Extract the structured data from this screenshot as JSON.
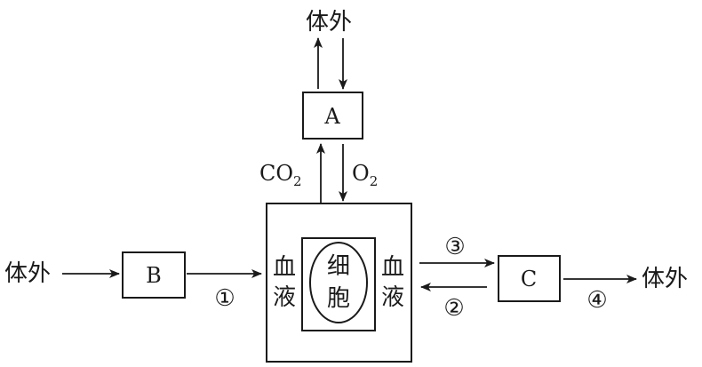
{
  "labels": {
    "outside_top": "体外",
    "outside_left": "体外",
    "outside_right": "体外",
    "box_a": "A",
    "box_b": "B",
    "box_c": "C",
    "co2_main": "CO",
    "co2_sub": "2",
    "o2_main": "O",
    "o2_sub": "2",
    "blood_left_1": "血",
    "blood_left_2": "液",
    "blood_right_1": "血",
    "blood_right_2": "液",
    "cell_1": "细",
    "cell_2": "胞",
    "num_1": "①",
    "num_2": "②",
    "num_3": "③",
    "num_4": "④"
  }
}
